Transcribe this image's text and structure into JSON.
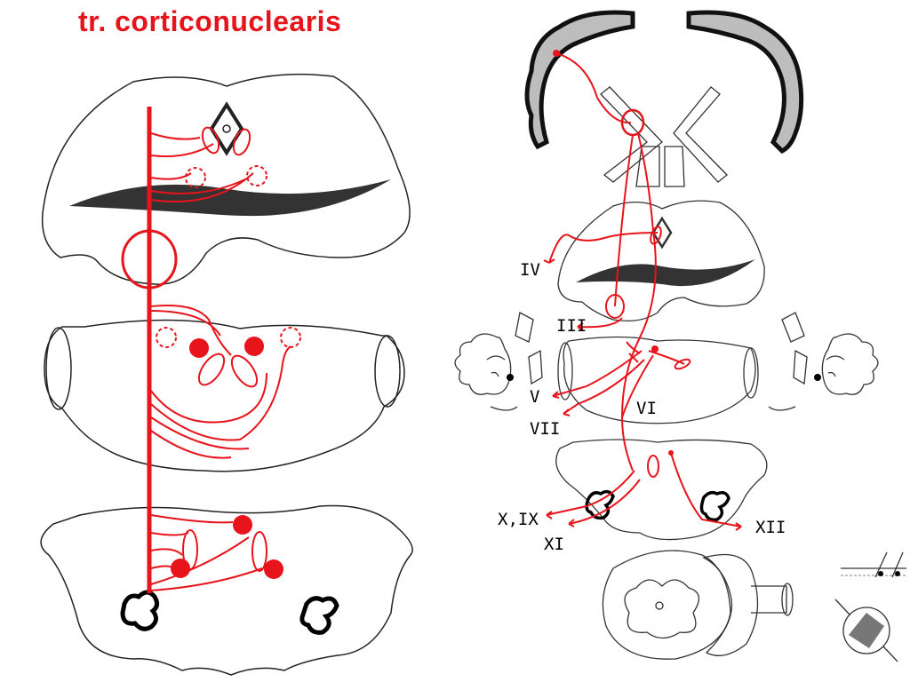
{
  "title": "tr. corticonuclearis",
  "labels": {
    "n4": "IV",
    "n3": "III",
    "n5": "V",
    "n6": "VI",
    "n7": "VII",
    "n10_9": "X,IX",
    "n11": "XI",
    "n12": "XII"
  },
  "colors": {
    "tract": "#e8141b",
    "outline": "#222222",
    "cortex": "#b8b8b8"
  }
}
